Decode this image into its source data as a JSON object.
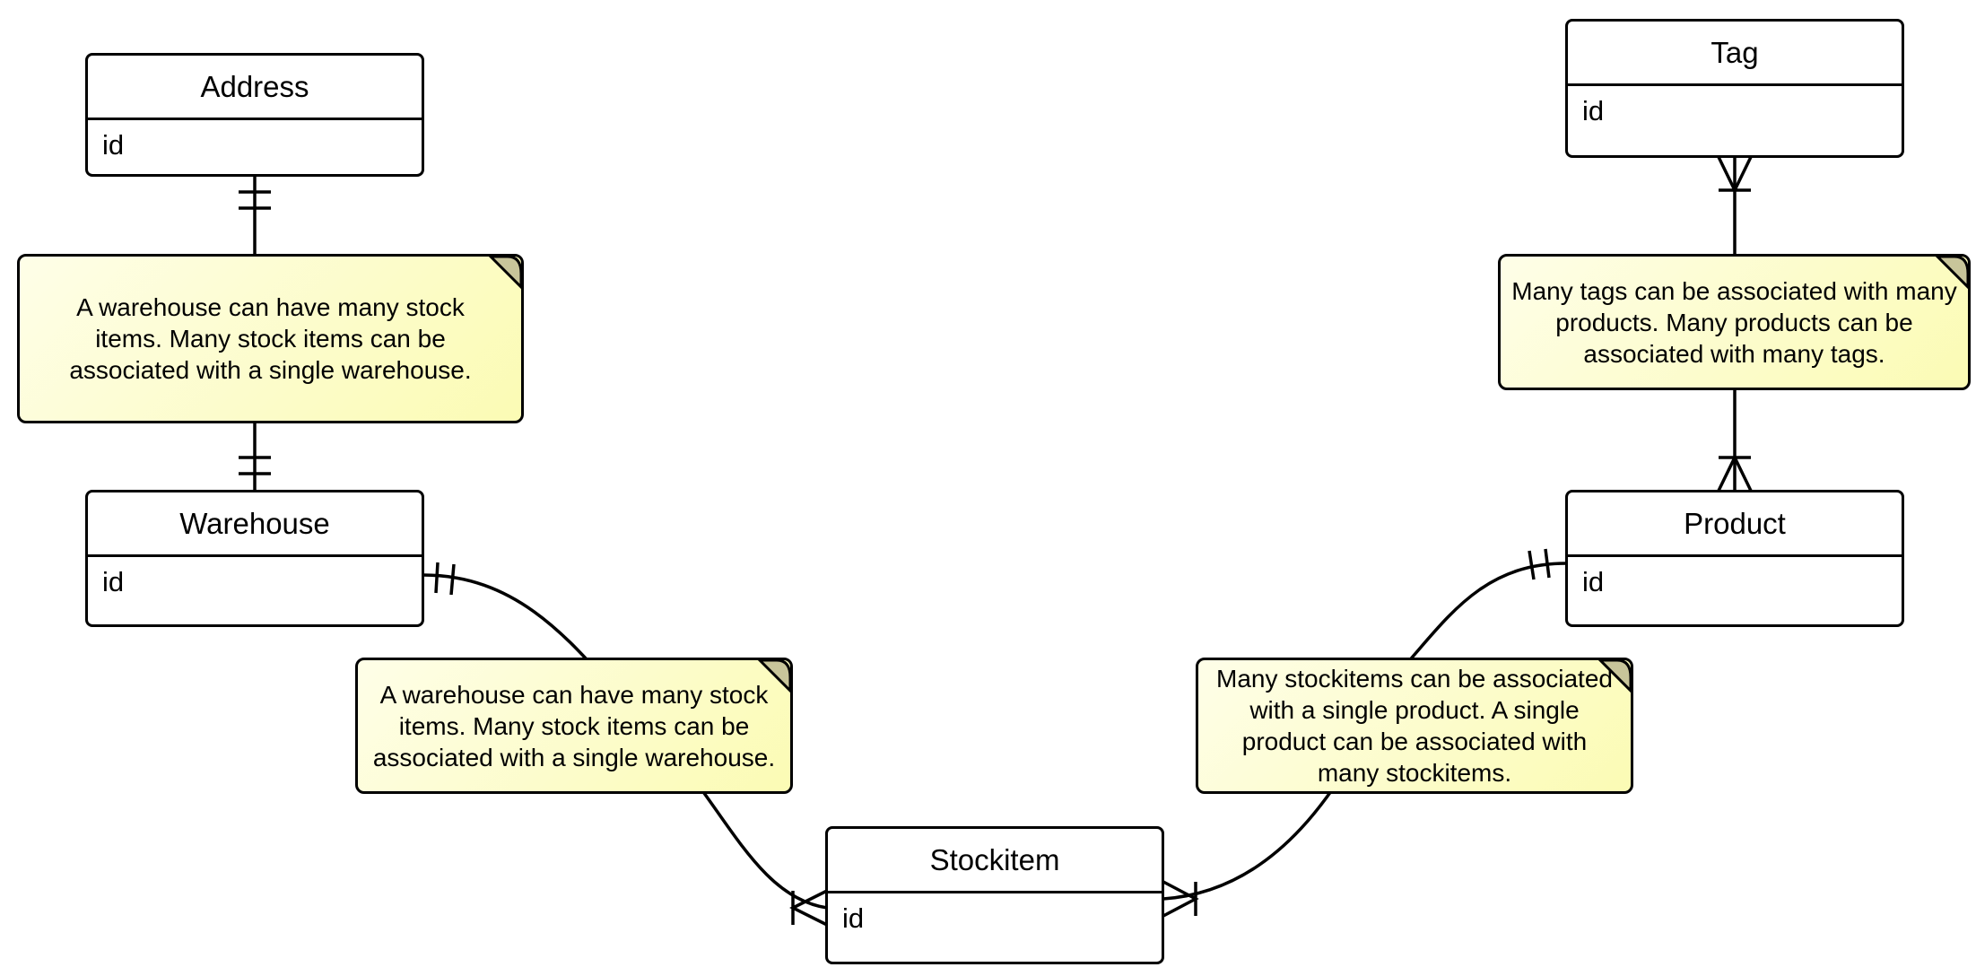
{
  "entities": {
    "address": {
      "title": "Address",
      "field": "id"
    },
    "tag": {
      "title": "Tag",
      "field": "id"
    },
    "warehouse": {
      "title": "Warehouse",
      "field": "id"
    },
    "product": {
      "title": "Product",
      "field": "id"
    },
    "stockitem": {
      "title": "Stockitem",
      "field": "id"
    }
  },
  "notes": {
    "address_warehouse": "A warehouse can have many stock items. Many stock items can be associated with a single warehouse.",
    "tag_product": "Many tags can be associated with many products. Many products can be associated with many tags.",
    "warehouse_stockitem": "A warehouse can have many stock items. Many stock items can be associated with a single warehouse.",
    "product_stockitem": "Many stockitems can be associated with a single product. A single product can be associated with many stockitems."
  },
  "relationships": [
    {
      "from": "Address",
      "to": "Warehouse",
      "from_cardinality": "one",
      "to_cardinality": "one"
    },
    {
      "from": "Tag",
      "to": "Product",
      "from_cardinality": "many",
      "to_cardinality": "many"
    },
    {
      "from": "Warehouse",
      "to": "Stockitem",
      "from_cardinality": "one",
      "to_cardinality": "many"
    },
    {
      "from": "Product",
      "to": "Stockitem",
      "from_cardinality": "one",
      "to_cardinality": "many"
    }
  ],
  "colors": {
    "note_fill_light": "#fefee8",
    "note_fill_dark": "#fbfbb4",
    "fold": "#c8c59a",
    "stroke": "#000000"
  }
}
